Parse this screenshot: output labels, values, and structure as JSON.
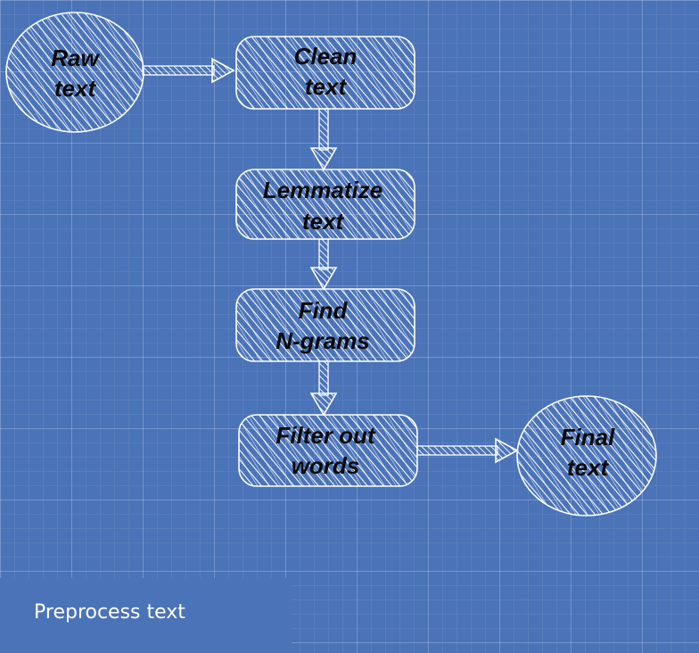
{
  "diagram": {
    "nodes": {
      "raw": {
        "line1": "Raw",
        "line2": "text"
      },
      "clean": {
        "line1": "Clean",
        "line2": "text"
      },
      "lemmatize": {
        "line1": "Lemmatize",
        "line2": "text"
      },
      "ngrams": {
        "line1": "Find",
        "line2": "N-grams"
      },
      "filter": {
        "line1": "Filter out",
        "line2": "words"
      },
      "final": {
        "line1": "Final",
        "line2": "text"
      }
    },
    "edges": [
      {
        "from": "raw",
        "to": "clean"
      },
      {
        "from": "clean",
        "to": "lemmatize"
      },
      {
        "from": "lemmatize",
        "to": "ngrams"
      },
      {
        "from": "ngrams",
        "to": "filter"
      },
      {
        "from": "filter",
        "to": "final"
      }
    ]
  },
  "caption": "Preprocess text",
  "colors": {
    "background": "#4a73b8",
    "sketch": "#ffffff",
    "text": "#0a0a0a"
  }
}
